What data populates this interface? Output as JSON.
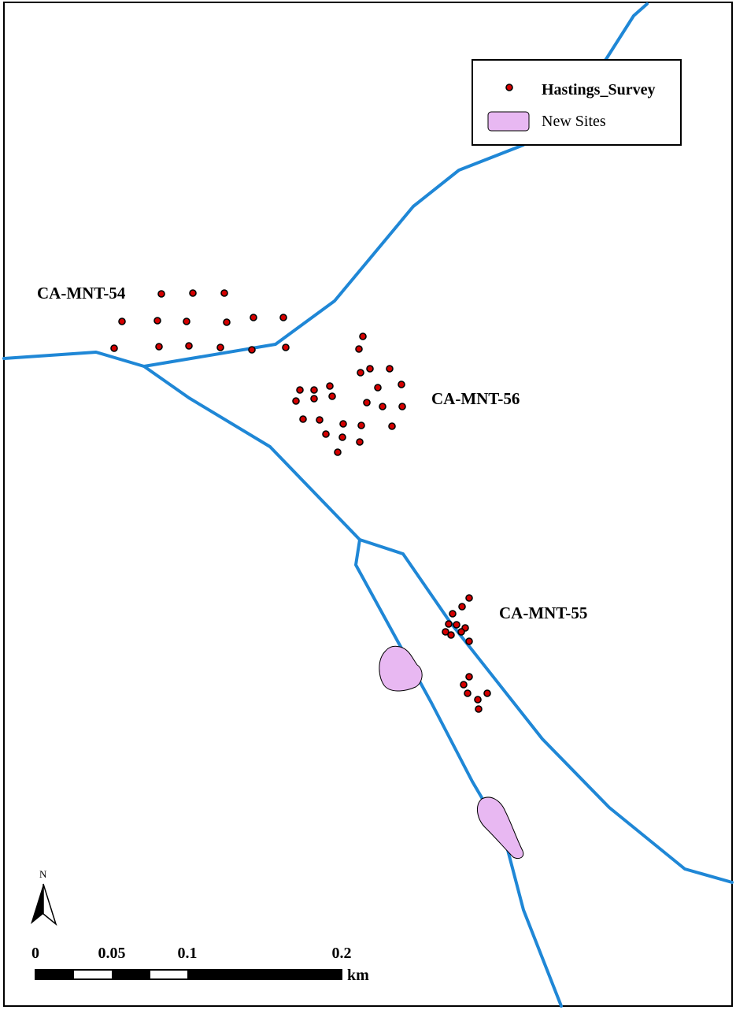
{
  "legend": {
    "survey_label": "Hastings_Survey",
    "new_sites_label": "New Sites",
    "survey_color": "#d40000",
    "new_sites_color": "#e8b8f2"
  },
  "site_labels": {
    "mnt54": "CA-MNT-54",
    "mnt56": "CA-MNT-56",
    "mnt55": "CA-MNT-55"
  },
  "north_arrow": {
    "label": "N",
    "icon": "north-arrow-icon"
  },
  "scale_bar": {
    "ticks": [
      "0",
      "0.05",
      "0.1",
      "0.2"
    ],
    "unit": "km"
  },
  "colors": {
    "stream": "#1f87d6",
    "frame": "#000000"
  }
}
